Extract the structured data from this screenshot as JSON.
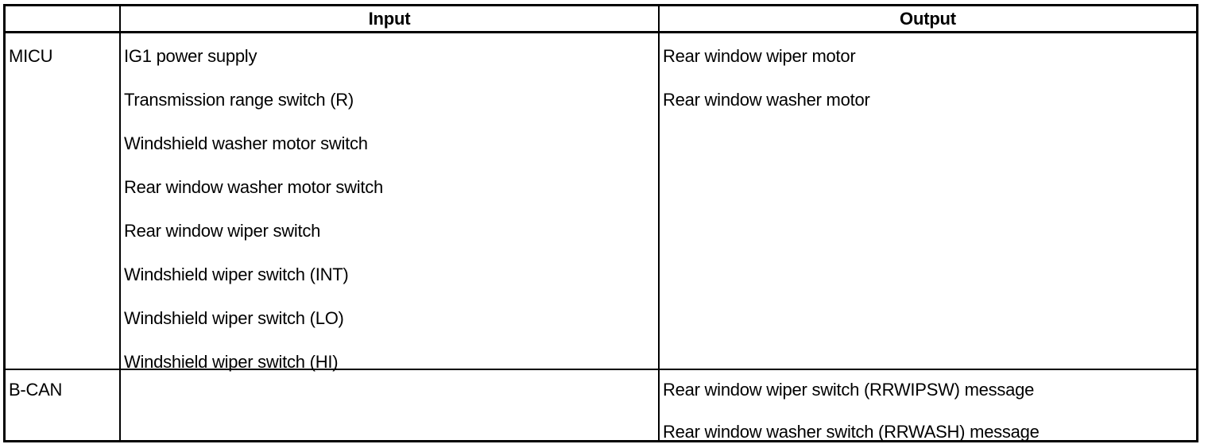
{
  "table": {
    "headers": {
      "device_column": "",
      "input": "Input",
      "output": "Output"
    },
    "rows": [
      {
        "device": "MICU",
        "inputs": [
          "IG1 power supply",
          "Transmission range switch (R)",
          "Windshield washer motor switch",
          "Rear window washer motor switch",
          "Rear window wiper switch",
          "Windshield wiper switch (INT)",
          "Windshield wiper switch (LO)",
          "Windshield wiper switch (HI)"
        ],
        "outputs": [
          "Rear window wiper motor",
          "Rear window washer motor"
        ]
      },
      {
        "device": "B-CAN",
        "inputs": [],
        "outputs": [
          "Rear window wiper switch (RRWIPSW) message",
          "Rear window washer switch (RRWASH) message"
        ]
      }
    ]
  },
  "colors": {
    "border": "#000000",
    "text": "#000000",
    "background": "#ffffff"
  }
}
